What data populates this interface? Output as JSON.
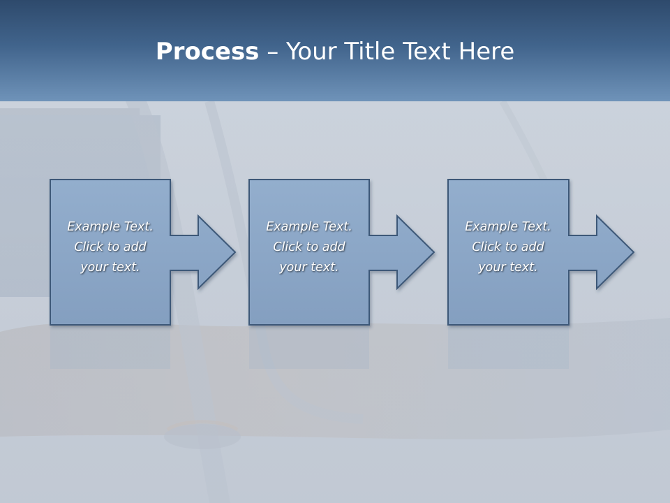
{
  "slide": {
    "title_bold": "Process",
    "title_rest": " – Your Title Text Here"
  },
  "colors": {
    "header_top": "#2e4a6c",
    "header_bottom": "#6f93b9",
    "shape_fill": "#8eaaca",
    "shape_stroke": "#3d5878",
    "text": "#ffffff"
  },
  "steps": [
    {
      "line1": "Example Text.",
      "line2": "Click  to add",
      "line3": "your text."
    },
    {
      "line1": "Example Text.",
      "line2": "Click  to add",
      "line3": "your text."
    },
    {
      "line1": "Example Text.",
      "line2": "Click  to add",
      "line3": "your text."
    }
  ]
}
